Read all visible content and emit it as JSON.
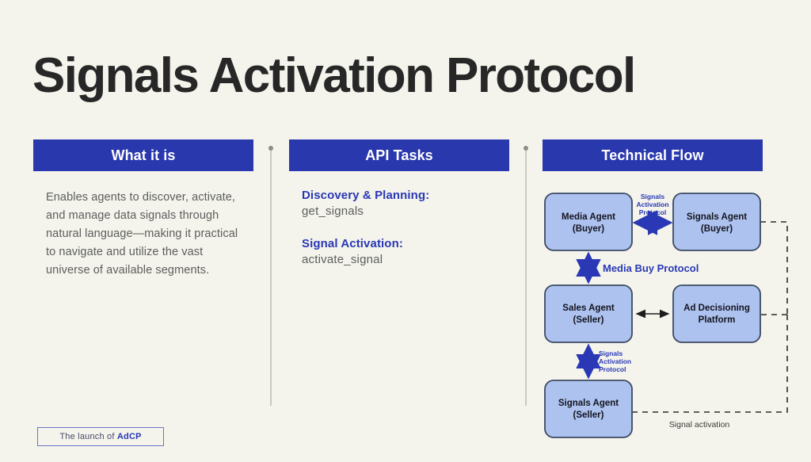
{
  "slide": {
    "title": "Signals Activation Protocol",
    "background_color": "#f4f4ec",
    "accent_color": "#2a38ae"
  },
  "columns": [
    {
      "header": "What it is",
      "body": "Enables agents to discover, activate, and manage data signals through natural language—making it practical to navigate and utilize the vast universe of available segments."
    },
    {
      "header": "API Tasks",
      "tasks": [
        {
          "label": "Discovery & Planning:",
          "value": "get_signals"
        },
        {
          "label": "Signal Activation:",
          "value": "activate_signal"
        }
      ]
    },
    {
      "header": "Technical Flow"
    }
  ],
  "diagram": {
    "nodes": [
      {
        "id": "media-agent-buyer",
        "line1": "Media Agent",
        "line2": "(Buyer)"
      },
      {
        "id": "signals-agent-buyer",
        "line1": "Signals Agent",
        "line2": "(Buyer)"
      },
      {
        "id": "sales-agent-seller",
        "line1": "Sales Agent",
        "line2": "(Seller)"
      },
      {
        "id": "ad-decisioning-platform",
        "line1": "Ad Decisioning",
        "line2": "Platform"
      },
      {
        "id": "signals-agent-seller",
        "line1": "Signals Agent",
        "line2": "(Seller)"
      }
    ],
    "edge_labels": {
      "top_protocol_l1": "Signals",
      "top_protocol_l2": "Activation",
      "top_protocol_l3": "Protocol",
      "media_buy": "Media Buy Protocol",
      "bottom_protocol_l1": "Signals",
      "bottom_protocol_l2": "Activation",
      "bottom_protocol_l3": "Protocol",
      "signal_activation": "Signal activation"
    },
    "colors": {
      "node_fill": "#adc2ef",
      "node_stroke": "#3b4a63",
      "arrow_blue": "#2a38b5",
      "arrow_black": "#1c1c1c",
      "dashed": "#2b2b2b"
    }
  },
  "footer": {
    "prefix": "The launch of ",
    "brand": "AdCP"
  }
}
